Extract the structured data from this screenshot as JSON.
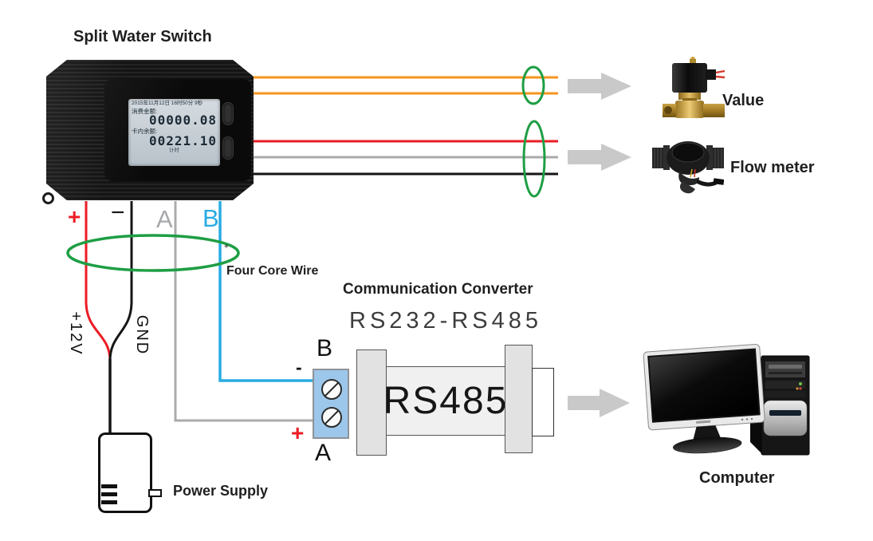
{
  "title": "Split Water Switch",
  "lcd": {
    "date_line": "2015年11月12日 16时50分 9秒",
    "amount_label": "消费金额:",
    "amount_value": "00000.08",
    "balance_label": "卡内余额:",
    "balance_value": "00221.10",
    "footer": "计时"
  },
  "wires": {
    "plus": "+",
    "minus": "−",
    "a": "A",
    "b": "B",
    "v12": "+12V",
    "gnd": "GND",
    "four_core": "Four Core Wire",
    "bundle_dot": "+"
  },
  "converter": {
    "heading": "Communication Converter",
    "model": "RS232-RS485",
    "body_label": "RS485",
    "term_top": "B",
    "term_minus": "-",
    "term_plus": "+",
    "term_bottom": "A"
  },
  "components": {
    "valve": "Value",
    "flow_meter": "Flow meter",
    "power_supply": "Power Supply",
    "computer": "Computer"
  },
  "colors": {
    "orange_wire": "#F7941E",
    "red_wire": "#EC1C24",
    "gray_wire": "#ABABAB",
    "black_wire": "#161616",
    "blue_wire": "#29ABE2",
    "green_marker": "#1E9E44",
    "arrow_gray": "#C9C9C9",
    "terminal_blue": "#9DC7EA"
  }
}
